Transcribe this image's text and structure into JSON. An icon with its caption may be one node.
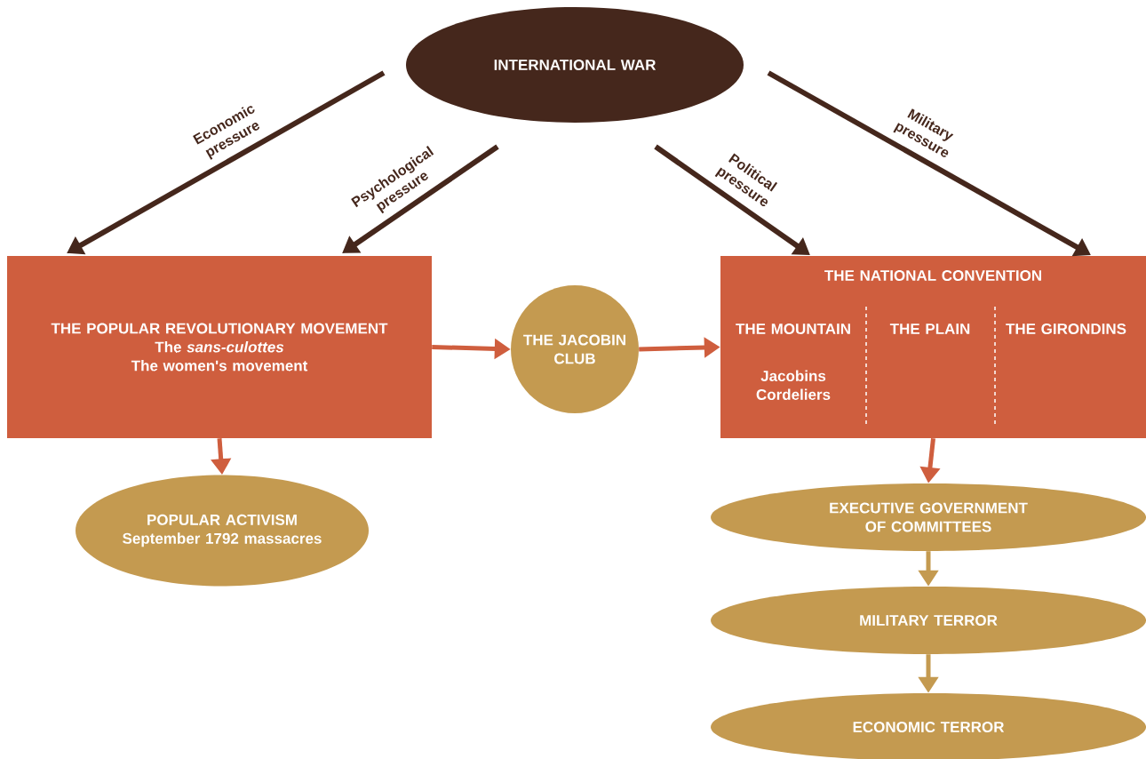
{
  "diagram": {
    "nodes": [
      {
        "text": [
          "INTERNATIONAL WAR"
        ]
      },
      {
        "text": [
          "THE POPULAR REVOLUTIONARY MOVEMENT",
          "The *sans-culottes*",
          "The women's movement"
        ]
      },
      {
        "text": [
          "THE JACOBIN CLUB"
        ]
      },
      {
        "text": [
          "THE NATIONAL CONVENTION",
          "THE MOUNTAIN",
          "Jacobins Cordeliers",
          "THE PLAIN",
          "THE GIRONDINS"
        ]
      },
      {
        "text": [
          "POPULAR ACTIVISM",
          "September 1792 massacres"
        ]
      },
      {
        "text": [
          "EXECUTIVE GOVERNMENT OF COMMITTEES"
        ]
      },
      {
        "text": [
          "MILITARY TERROR"
        ]
      },
      {
        "text": [
          "ECONOMIC TERROR"
        ]
      }
    ],
    "edges": [
      {
        "from": 0,
        "to": 1,
        "arrow": "to",
        "label": "Economic pressure",
        "color": "#45271c"
      },
      {
        "from": 0,
        "to": 1,
        "arrow": "to",
        "label": "Psychological pressure",
        "color": "#45271c"
      },
      {
        "from": 0,
        "to": 3,
        "arrow": "to",
        "label": "Political pressure",
        "color": "#45271c"
      },
      {
        "from": 0,
        "to": 3,
        "arrow": "to",
        "label": "Military pressure",
        "color": "#45271c"
      },
      {
        "from": 1,
        "to": 2,
        "arrow": "to",
        "color": "#cf5e3e"
      },
      {
        "from": 2,
        "to": 3,
        "arrow": "to",
        "color": "#cf5e3e"
      },
      {
        "from": 1,
        "to": 4,
        "arrow": "to",
        "color": "#cf5e3e"
      },
      {
        "from": 3,
        "to": 5,
        "arrow": "to",
        "color": "#cf5e3e"
      },
      {
        "from": 5,
        "to": 6,
        "arrow": "to",
        "color": "#c49a50"
      },
      {
        "from": 6,
        "to": 7,
        "arrow": "to",
        "color": "#c49a50"
      }
    ]
  }
}
